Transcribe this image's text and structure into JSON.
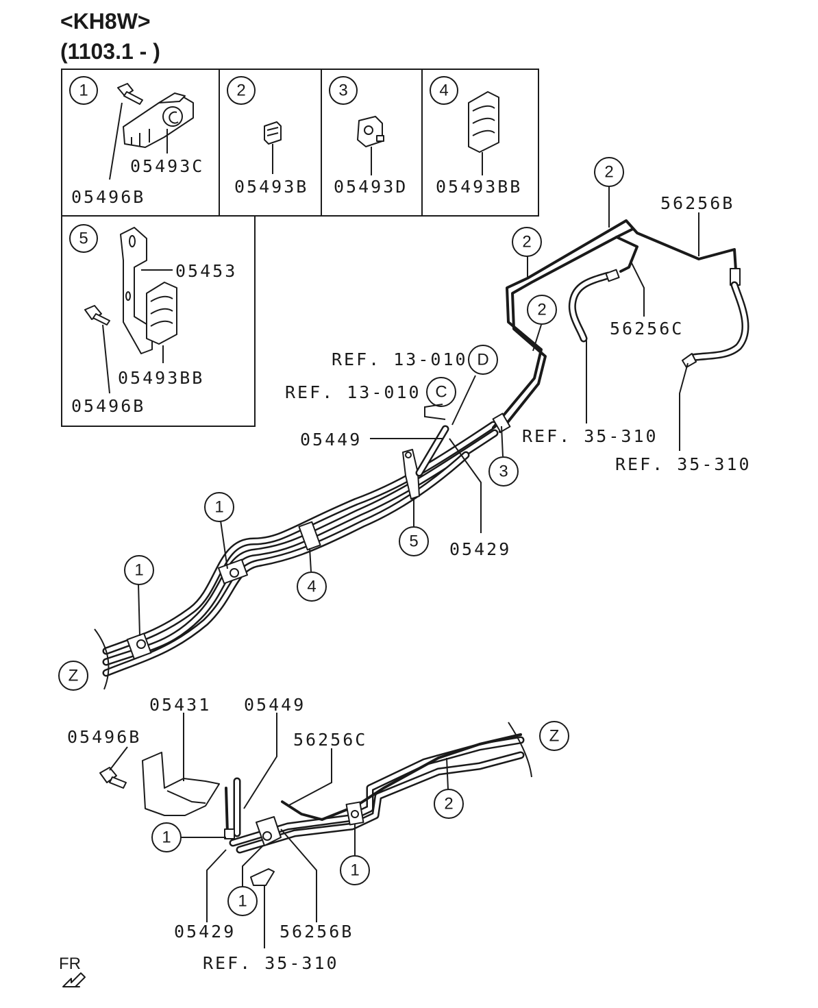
{
  "header": {
    "model": "<KH8W>",
    "date_range": "(1103.1 - )"
  },
  "legend_boxes": [
    {
      "num": "1",
      "parts": [
        "05493C",
        "05496B"
      ]
    },
    {
      "num": "2",
      "parts": [
        "05493B"
      ]
    },
    {
      "num": "3",
      "parts": [
        "05493D"
      ]
    },
    {
      "num": "4",
      "parts": [
        "05493BB"
      ]
    },
    {
      "num": "5",
      "parts": [
        "05453",
        "05493BB",
        "05496B"
      ]
    }
  ],
  "upper": {
    "callouts": [
      "2",
      "2",
      "2",
      "3",
      "5",
      "4",
      "1",
      "1"
    ],
    "section_marks": [
      "D",
      "C",
      "Z"
    ],
    "labels": {
      "p56256B": "56256B",
      "p56256C": "56256C",
      "ref_d": "REF. 13-010",
      "ref_c": "REF. 13-010",
      "p05449": "05449",
      "p05429": "05429",
      "ref_35a": "REF. 35-310",
      "ref_35b": "REF. 35-310"
    }
  },
  "lower": {
    "callouts": [
      "2",
      "1",
      "1",
      "1"
    ],
    "section_mark": "Z",
    "labels": {
      "p05431": "05431",
      "p05449": "05449",
      "p05496B": "05496B",
      "p56256C": "56256C",
      "p05429": "05429",
      "p56256B": "56256B",
      "ref_35": "REF. 35-310"
    }
  },
  "direction": "FR"
}
